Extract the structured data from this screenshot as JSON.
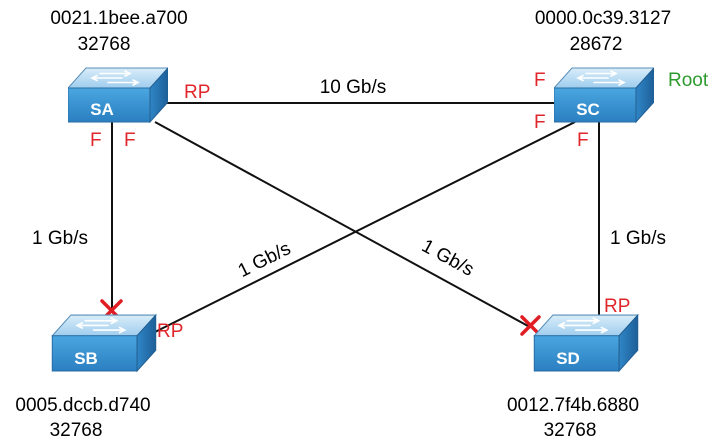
{
  "switches": {
    "SA": {
      "name": "SA",
      "mac": "0021.1bee.a700",
      "priority": "32768"
    },
    "SB": {
      "name": "SB",
      "mac": "0005.dccb.d740",
      "priority": "32768"
    },
    "SC": {
      "name": "SC",
      "mac": "0000.0c39.3127",
      "priority": "28672",
      "role": "Root"
    },
    "SD": {
      "name": "SD",
      "mac": "0012.7f4b.6880",
      "priority": "32768"
    }
  },
  "links": {
    "sa_sc": "10 Gb/s",
    "sa_sb": "1 Gb/s",
    "sb_sc": "1 Gb/s",
    "sa_sd": "1 Gb/s",
    "sc_sd": "1 Gb/s"
  },
  "ports": {
    "sa_rp": "RP",
    "sa_f_left": "F",
    "sa_f_right": "F",
    "sc_f_left": "F",
    "sc_f_lower": "F",
    "sc_f_bottom": "F",
    "sb_rp": "RP",
    "sd_rp": "RP"
  },
  "colors": {
    "port_label": "#e0262b",
    "root_label": "#2e9b2e",
    "blocked_marker": "#e11d24",
    "switch_face": "#3d9ad6"
  },
  "icons": {
    "switch": "workgroup-switch-icon",
    "blocked": "x-mark-icon"
  }
}
